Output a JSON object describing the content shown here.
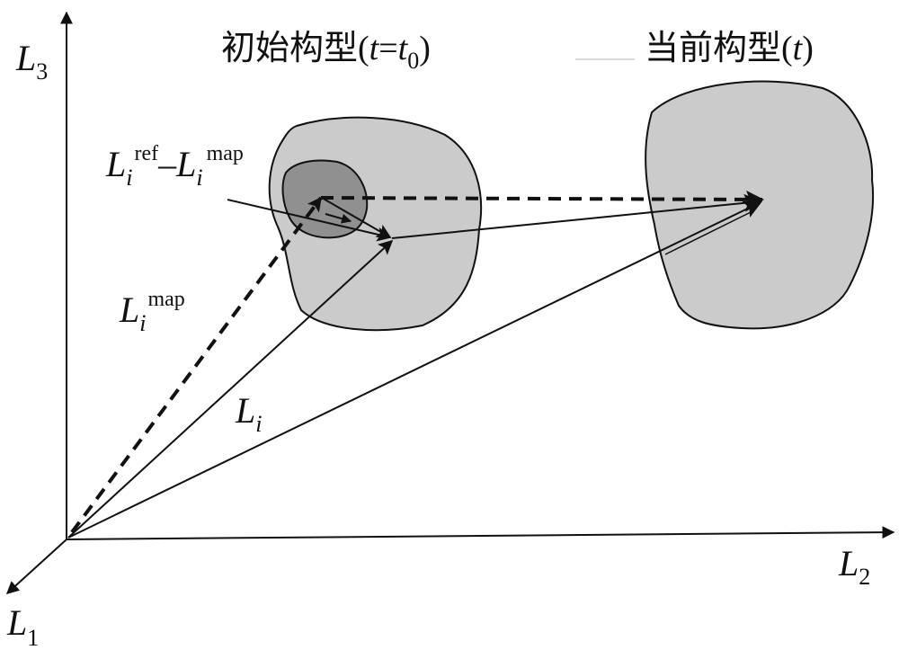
{
  "axes": {
    "l3": {
      "main": "L",
      "sub": "3"
    },
    "l2": {
      "main": "L",
      "sub": "2"
    },
    "l1": {
      "main": "L",
      "sub": "1"
    }
  },
  "configurations": {
    "initial": {
      "prefix": "初始构型(",
      "t": "t",
      "eq": "=",
      "t0": "t",
      "t0_sub": "0",
      "close": ")"
    },
    "current": {
      "prefix": "当前构型(",
      "t": "t",
      "close": ")"
    }
  },
  "vectors": {
    "diff": {
      "L1": "L",
      "i1": "i",
      "ref": "ref",
      "minus": "–",
      "L2": "L",
      "i2": "i",
      "map": "map"
    },
    "map": {
      "L": "L",
      "i": "i",
      "map": "map"
    },
    "li": {
      "L": "L",
      "i": "i"
    }
  },
  "colors": {
    "outer_region": "#cbcbcb",
    "inner_region": "#909090",
    "stroke": "#111111",
    "background": "#ffffff"
  }
}
